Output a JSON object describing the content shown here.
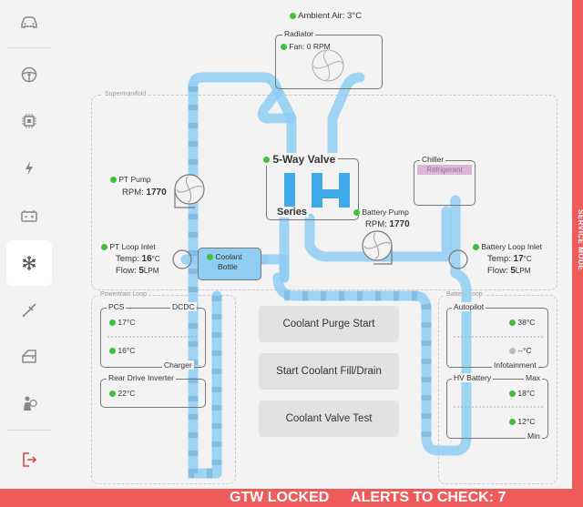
{
  "ambient": {
    "label": "Ambient Air:",
    "value": "3°C"
  },
  "radiator": {
    "title": "Radiator",
    "fan_label": "Fan:",
    "fan_value": "0 RPM"
  },
  "supermanifold": {
    "label": "Supermanifold"
  },
  "five_way_valve": {
    "title": "5-Way Valve",
    "mode": "Series"
  },
  "chiller": {
    "title": "Chiller",
    "refrigerant": "Refrigerant"
  },
  "pt_pump": {
    "title": "PT Pump",
    "rpm_label": "RPM:",
    "rpm_value": "1770"
  },
  "battery_pump": {
    "title": "Battery Pump",
    "rpm_label": "RPM:",
    "rpm_value": "1770"
  },
  "pt_loop_inlet": {
    "title": "PT Loop Inlet",
    "temp_label": "Temp:",
    "temp_value": "16",
    "temp_unit": "°C",
    "flow_label": "Flow:",
    "flow_value": "5",
    "flow_unit": "LPM"
  },
  "battery_loop_inlet": {
    "title": "Battery Loop Inlet",
    "temp_label": "Temp:",
    "temp_value": "17",
    "temp_unit": "°C",
    "flow_label": "Flow:",
    "flow_value": "5",
    "flow_unit": "LPM"
  },
  "coolant_bottle": {
    "line1": "Coolant",
    "line2": "Bottle"
  },
  "powertrain_loop": {
    "label": "Powertrain Loop",
    "pcs": "PCS",
    "dcdc": "DCDC",
    "charger": "Charger",
    "pcs_temp_1": "17°C",
    "pcs_temp_2": "16°C",
    "rear_drive_inverter": "Rear Drive Inverter",
    "rdi_temp": "22°C"
  },
  "battery_loop": {
    "label": "Battery Loop",
    "autopilot": "Autopilot",
    "infotainment": "Infotainment",
    "ap_temp": "38°C",
    "info_temp": "--°C",
    "hv_battery": "HV Battery",
    "max": "Max",
    "min": "Min",
    "hv_max_temp": "18°C",
    "hv_min_temp": "12°C"
  },
  "buttons": {
    "purge": "Coolant Purge Start",
    "fill_drain": "Start Coolant Fill/Drain",
    "valve_test": "Coolant Valve Test"
  },
  "status": {
    "gtw": "GTW LOCKED",
    "alerts": "ALERTS TO CHECK: 7"
  },
  "side_banner": "SERVICE MODE",
  "colors": {
    "accent_red": "#ef5b5b",
    "pipe_blue": "#8fcdf2",
    "active_green": "#3fc03f"
  },
  "sidebar_icons": [
    "car-icon",
    "steering-wheel-icon",
    "chip-icon",
    "lightning-icon",
    "battery-icon",
    "snowflake-icon",
    "wrench-icon",
    "door-icon",
    "airbag-person-icon",
    "exit-icon"
  ]
}
